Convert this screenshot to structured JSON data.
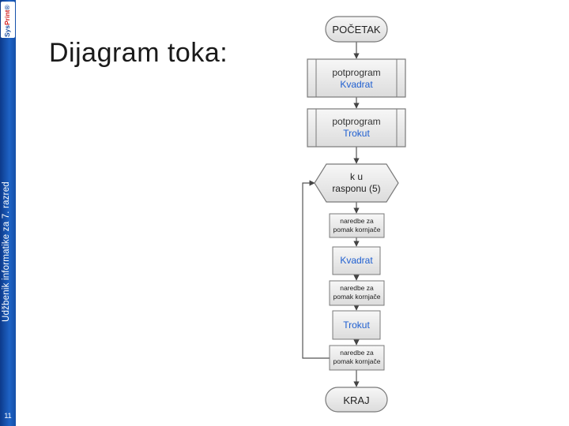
{
  "sidebar": {
    "vertical_label": "Udžbenik informatike za 7. razred",
    "slide_number": "11",
    "logo": {
      "brand_prefix": "Sys",
      "brand_accent": "Print",
      "registered_mark": "®"
    }
  },
  "title": "Dijagram toka:",
  "flowchart": {
    "start_label": "POČETAK",
    "sub1": {
      "line1": "potprogram",
      "line2": "Kvadrat"
    },
    "sub2": {
      "line1": "potprogram",
      "line2": "Trokut"
    },
    "loop": {
      "line1": "k u",
      "line2": "rasponu (5)"
    },
    "cmd1": {
      "line1": "naredbe za",
      "line2": "pomak kornjače"
    },
    "call1": "Kvadrat",
    "cmd2": {
      "line1": "naredbe za",
      "line2": "pomak kornjače"
    },
    "call2": "Trokut",
    "cmd3": {
      "line1": "naredbe za",
      "line2": "pomak kornjače"
    },
    "end_label": "KRAJ"
  },
  "colors": {
    "sidebar_blue": "#1e63c6",
    "shape_fill": "#e9e9e9",
    "shape_stroke": "#7a7a7a",
    "link_blue": "#1f5fd0",
    "line_dark": "#555555"
  }
}
